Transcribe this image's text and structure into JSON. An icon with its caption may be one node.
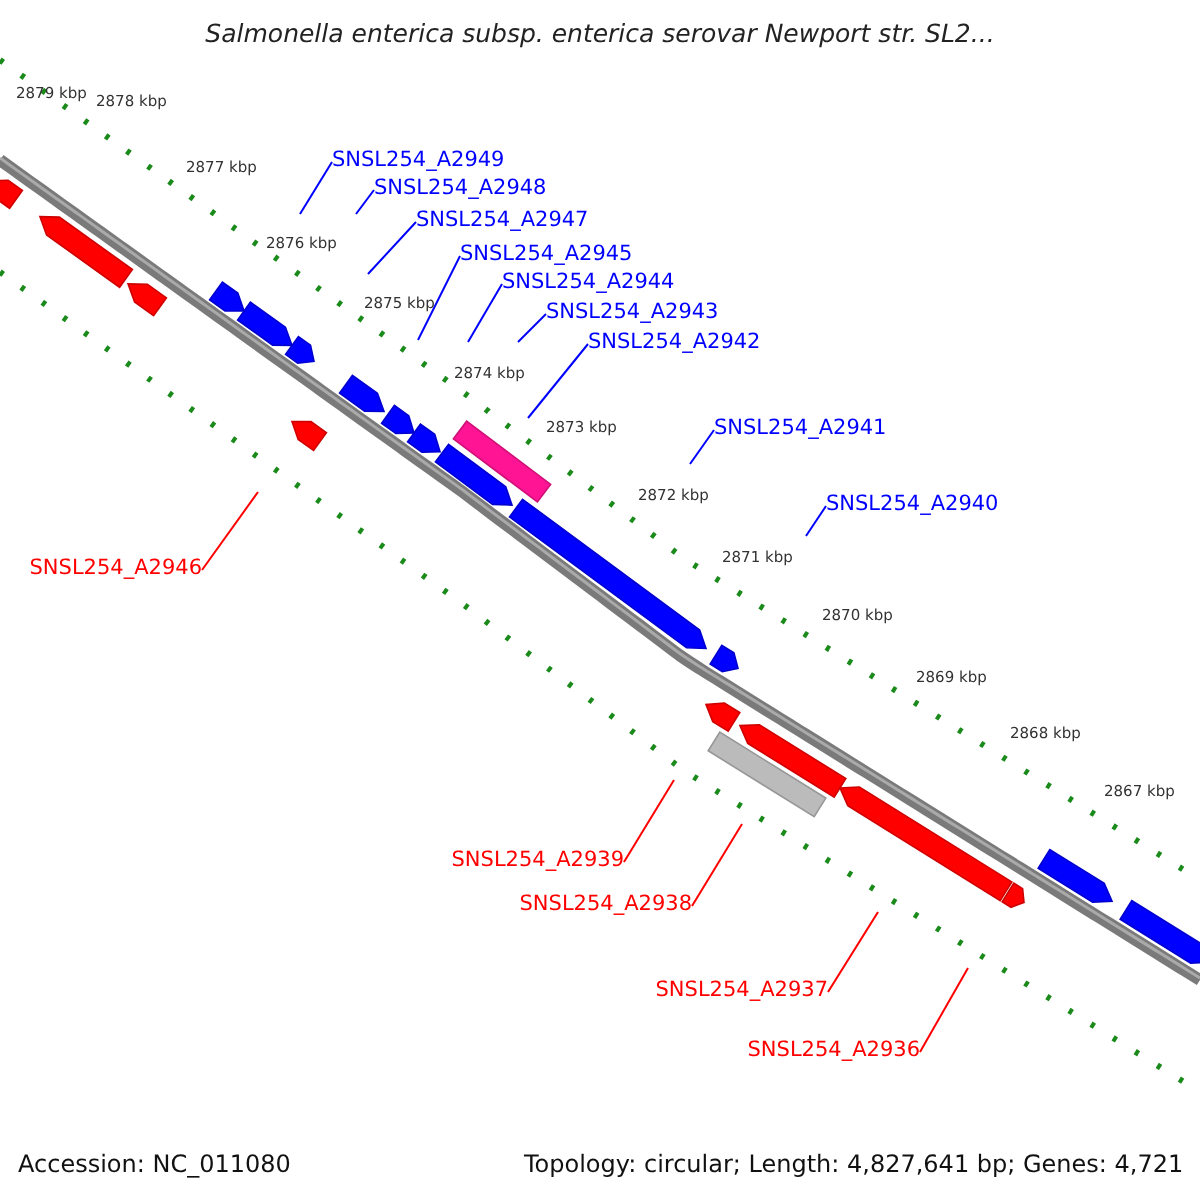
{
  "diagram": {
    "title": "Salmonella enterica subsp. enterica serovar Newport str. SL2...",
    "nodes": [
      {
        "text": [
          "SNSL254_A2949"
        ]
      },
      {
        "text": [
          "SNSL254_A2948"
        ]
      },
      {
        "text": [
          "SNSL254_A2947"
        ]
      },
      {
        "text": [
          "SNSL254_A2945"
        ]
      },
      {
        "text": [
          "SNSL254_A2944"
        ]
      },
      {
        "text": [
          "SNSL254_A2943"
        ]
      },
      {
        "text": [
          "SNSL254_A2942"
        ]
      },
      {
        "text": [
          "SNSL254_A2941"
        ]
      },
      {
        "text": [
          "SNSL254_A2940"
        ]
      },
      {
        "text": [
          "SNSL254_A2946"
        ]
      },
      {
        "text": [
          "SNSL254_A2939"
        ]
      },
      {
        "text": [
          "SNSL254_A2938"
        ]
      },
      {
        "text": [
          "SNSL254_A2937"
        ]
      },
      {
        "text": [
          "SNSL254_A2936"
        ]
      }
    ],
    "edges": [
      {
        "from": 0,
        "to": null,
        "arrow": "none"
      },
      {
        "from": 1,
        "to": null,
        "arrow": "none"
      },
      {
        "from": 2,
        "to": null,
        "arrow": "none"
      },
      {
        "from": 3,
        "to": null,
        "arrow": "none"
      },
      {
        "from": 4,
        "to": null,
        "arrow": "none"
      },
      {
        "from": 5,
        "to": null,
        "arrow": "none"
      },
      {
        "from": 6,
        "to": null,
        "arrow": "none"
      },
      {
        "from": 7,
        "to": null,
        "arrow": "none"
      },
      {
        "from": 8,
        "to": null,
        "arrow": "none"
      },
      {
        "from": 9,
        "to": null,
        "arrow": "none",
        "color": "#ff0000"
      },
      {
        "from": 10,
        "to": null,
        "arrow": "none",
        "color": "#ff0000"
      },
      {
        "from": 11,
        "to": null,
        "arrow": "none",
        "color": "#ff0000"
      },
      {
        "from": 12,
        "to": null,
        "arrow": "none",
        "color": "#ff0000"
      },
      {
        "from": 13,
        "to": null,
        "arrow": "none",
        "color": "#ff0000"
      }
    ],
    "labels": [
      "2879 kbp",
      "2878 kbp",
      "2877 kbp",
      "2876 kbp",
      "2875 kbp",
      "2874 kbp",
      "2873 kbp",
      "2872 kbp",
      "2871 kbp",
      "2870 kbp",
      "2869 kbp",
      "2868 kbp",
      "2867 kbp",
      "Accession: NC_011080",
      "Topology: circular; Length: 4,827,641 bp; Genes: 4,721"
    ]
  }
}
